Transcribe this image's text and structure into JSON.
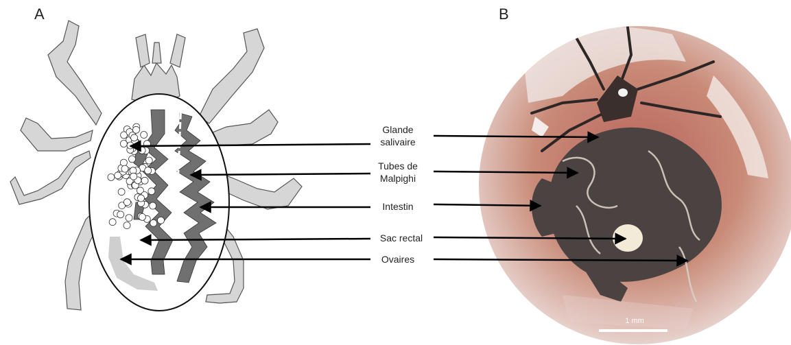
{
  "panels": {
    "a": "A",
    "b": "B"
  },
  "labels": {
    "glande": [
      "Glande",
      "salivaire"
    ],
    "tubes": [
      "Tubes de",
      "Malpighi"
    ],
    "intestin": "Intestin",
    "sac_rectal": "Sac rectal",
    "ovaires": "Ovaires"
  },
  "scale_bar": "1 mm",
  "colors": {
    "leg_fill": "#d6d6d6",
    "leg_stroke": "#555555",
    "intestine_fill": "#707070",
    "ovary_fill": "#cfcfcf",
    "photo_bg": "#c98b78",
    "photo_tissue": "#4a4341"
  }
}
